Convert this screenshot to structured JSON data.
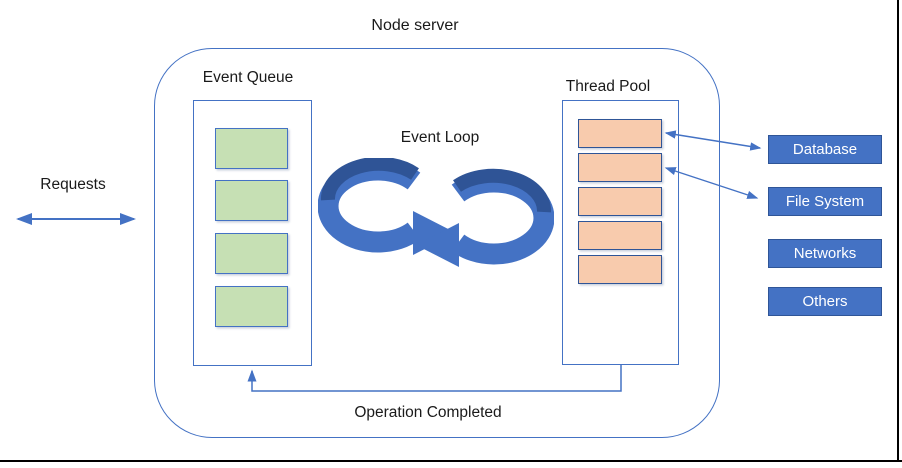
{
  "title": "Node server",
  "requests": {
    "label": "Requests"
  },
  "event_queue": {
    "label": "Event Queue",
    "item_count": 4
  },
  "event_loop": {
    "label": "Event Loop"
  },
  "thread_pool": {
    "label": "Thread Pool",
    "item_count": 5
  },
  "resources": [
    {
      "label": "Database"
    },
    {
      "label": "File System"
    },
    {
      "label": "Networks"
    },
    {
      "label": "Others"
    }
  ],
  "footer": {
    "operation_completed_label": "Operation Completed"
  },
  "colors": {
    "accent_blue": "#4472C4",
    "dark_blue": "#2F5496",
    "queue_item_fill": "#C6E0B4",
    "thread_item_fill": "#F8CBAD",
    "resource_label_bg": "#4472C4",
    "resource_label_text": "#FFFFFF",
    "text": "#1A1A1A",
    "frame_border": "#000000"
  }
}
